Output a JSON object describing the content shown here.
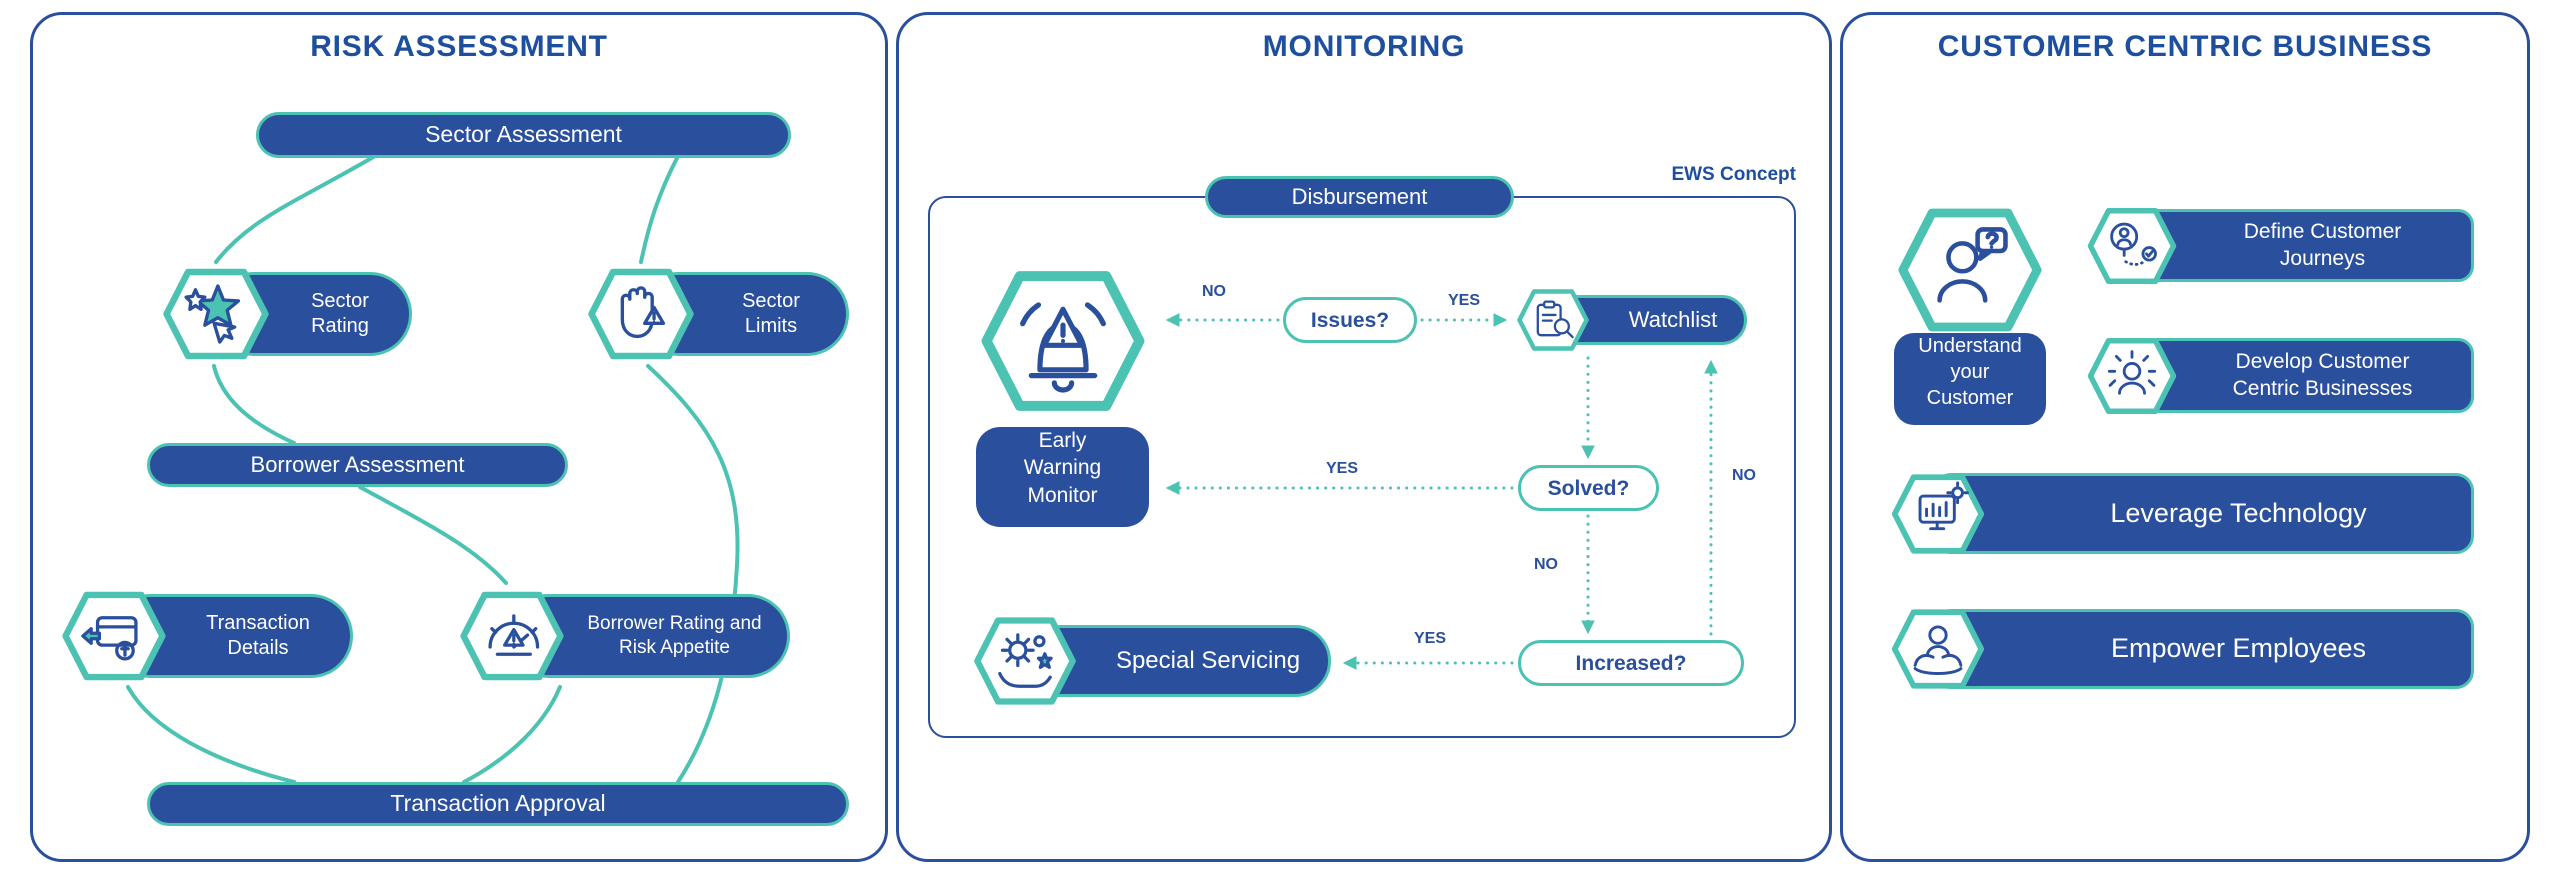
{
  "colors": {
    "blue": "#2a4f9c",
    "teal": "#4cc2b2",
    "title_blue": "#1d4f9e"
  },
  "risk": {
    "title": "RISK ASSESSMENT",
    "sector_assessment": "Sector Assessment",
    "sector_rating": "Sector Rating",
    "sector_limits": "Sector Limits",
    "borrower_assessment": "Borrower Assessment",
    "transaction_details": "Transaction Details",
    "borrower_rating": "Borrower Rating and Risk Appetite",
    "transaction_approval": "Transaction Approval"
  },
  "monitoring": {
    "title": "MONITORING",
    "disbursement": "Disbursement",
    "ews_concept": "EWS Concept",
    "early_warning_monitor": "Early Warning Monitor",
    "issues": "Issues?",
    "watchlist": "Watchlist",
    "solved": "Solved?",
    "increased": "Increased?",
    "special_servicing": "Special Servicing",
    "no_issues": "NO",
    "yes_issues": "YES",
    "yes_solved": "YES",
    "no_watchlist": "NO",
    "no_solved": "NO",
    "yes_increased": "YES"
  },
  "customer": {
    "title": "CUSTOMER CENTRIC BUSINESS",
    "understand": "Understand your Customer",
    "define_journeys": "Define Customer Journeys",
    "develop_businesses": "Develop Customer Centric Businesses",
    "leverage_technology": "Leverage Technology",
    "empower_employees": "Empower Employees"
  }
}
